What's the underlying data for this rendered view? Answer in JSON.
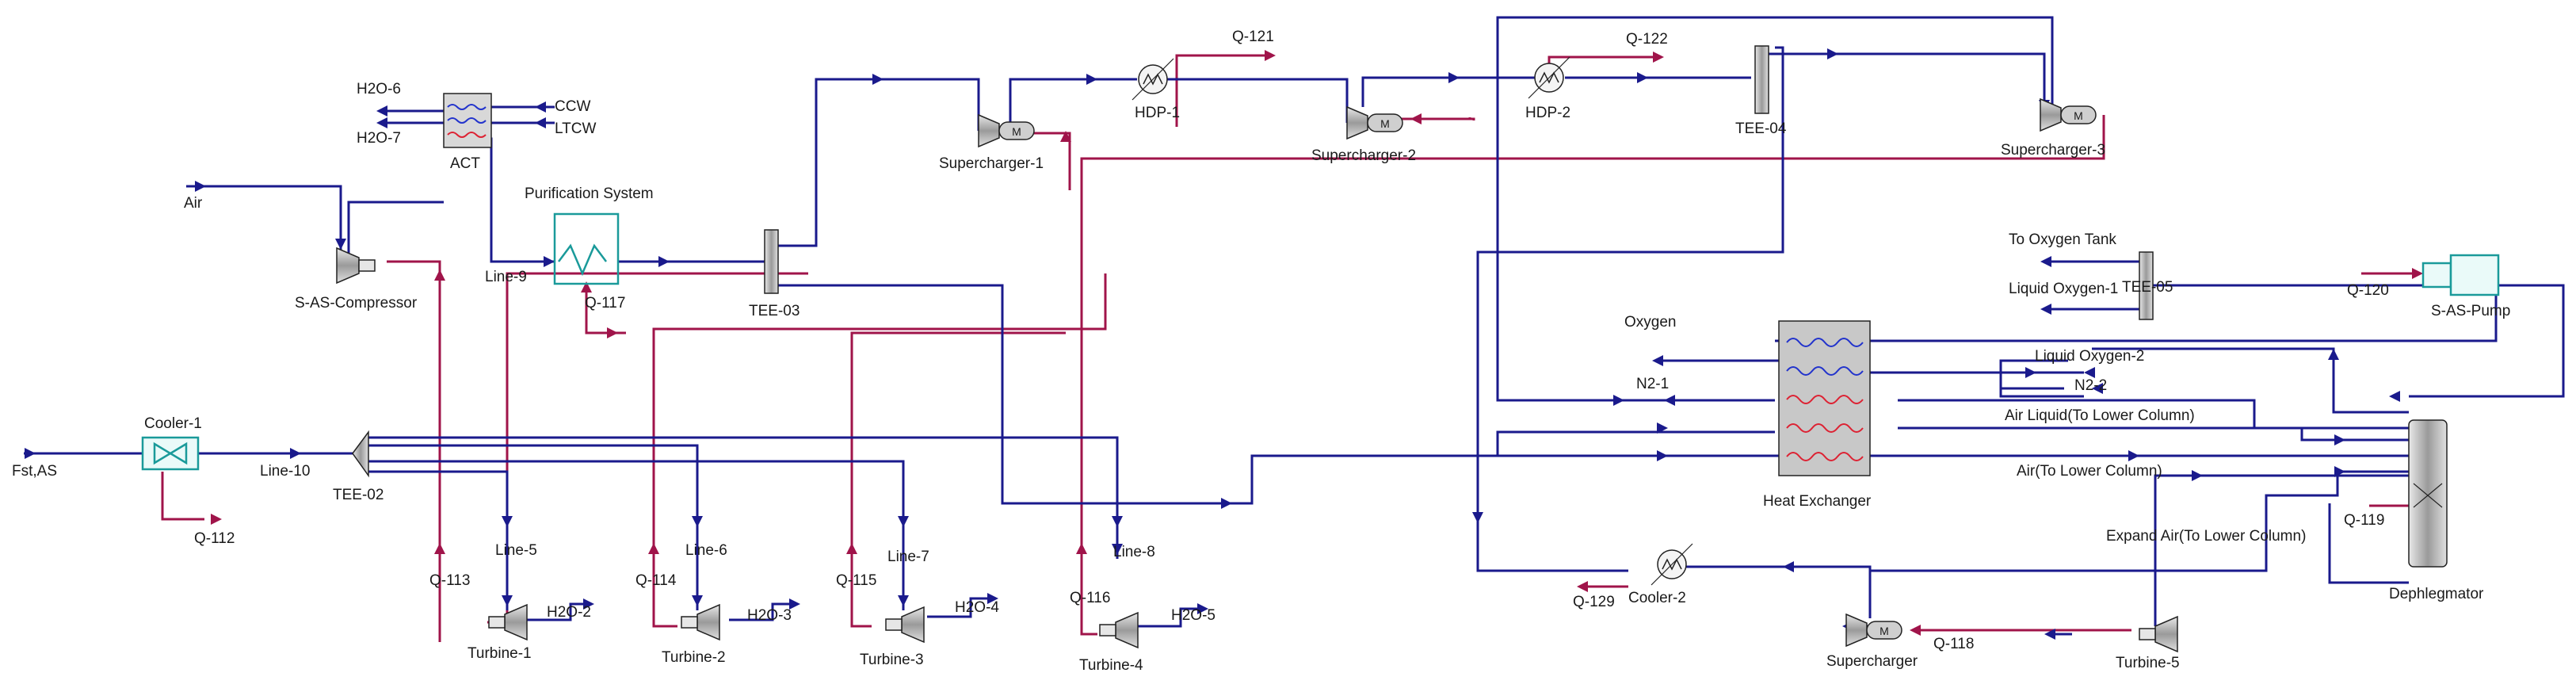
{
  "colors": {
    "material_stream": "#1a1a8c",
    "energy_stream": "#a0144a",
    "equipment_teal": "#1a9a9a",
    "equipment_gray": "#b8b8b8"
  },
  "labels": {
    "fst_as": "Fst,AS",
    "cooler1": "Cooler-1",
    "line10": "Line-10",
    "q112": "Q-112",
    "tee02": "TEE-02",
    "air": "Air",
    "h2o6": "H2O-6",
    "h2o7": "H2O-7",
    "ccw": "CCW",
    "ltcw": "LTCW",
    "act": "ACT",
    "s_as_compressor": "S-AS-Compressor",
    "purification": "Purification System",
    "line9": "Line-9",
    "q117": "Q-117",
    "tee03": "TEE-03",
    "supercharger1": "Supercharger-1",
    "hdp1": "HDP-1",
    "q121": "Q-121",
    "supercharger2": "Supercharger-2",
    "hdp2": "HDP-2",
    "q122": "Q-122",
    "tee04": "TEE-04",
    "supercharger3": "Supercharger-3",
    "line5": "Line-5",
    "line6": "Line-6",
    "line7": "Line-7",
    "line8": "Line-8",
    "q113": "Q-113",
    "q114": "Q-114",
    "q115": "Q-115",
    "q116": "Q-116",
    "turbine1": "Turbine-1",
    "turbine2": "Turbine-2",
    "turbine3": "Turbine-3",
    "turbine4": "Turbine-4",
    "h2o2": "H2O-2",
    "h2o3": "H2O-3",
    "h2o4": "H2O-4",
    "h2o5": "H2O-5",
    "oxygen": "Oxygen",
    "n2_1": "N2-1",
    "heat_exchanger": "Heat Exchanger",
    "to_oxygen_tank": "To Oxygen Tank",
    "liquid_oxygen1": "Liquid Oxygen-1",
    "tee05": "TEE-05",
    "liquid_oxygen2": "Liquid Oxygen-2",
    "n2_2": "N2-2",
    "air_liquid": "Air Liquid(To Lower Column)",
    "air_to_lower": "Air(To Lower Column)",
    "expand_air": "Expand Air(To Lower Column)",
    "q119": "Q-119",
    "q120": "Q-120",
    "s_as_pump": "S-AS-Pump",
    "dephlegmator": "Dephlegmator",
    "cooler2": "Cooler-2",
    "q129": "Q-129",
    "supercharger": "Supercharger",
    "q118": "Q-118",
    "turbine5": "Turbine-5"
  }
}
